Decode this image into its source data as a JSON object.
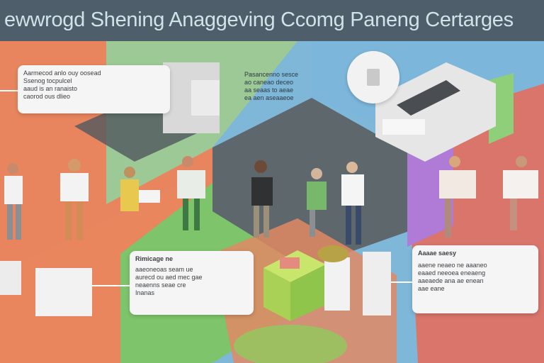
{
  "header": {
    "title": "ewwrogd Shening Anaggeving Ccomg Paneng Certarges"
  },
  "cards": {
    "top_left": {
      "lines": [
        "Aarmecod anlo ouy oosead",
        "Ssenog tocpulcel",
        "aaud is an ranaisto",
        "caorod              ous dlieo"
      ]
    },
    "bottom_left": {
      "title": "Rimicage ne",
      "lines": [
        "aaeoneoas seam ue",
        "aurecd ou aed mec gae",
        "neaenns seae cre",
        "Inanas"
      ]
    },
    "bottom_right": {
      "title": "Aaaae saesy",
      "lines": [
        "aaene neaeo ne aaaneo",
        "eaaed neeoea eneaeng",
        "aaeaede ana ae enean",
        "aae eane"
      ]
    }
  },
  "mid_text": {
    "lines": [
      "Pasancenno sesce",
      "ao caneao deceo",
      "aa seaas to aeae",
      "ea aen aseaaeoe"
    ]
  },
  "colors": {
    "header_bg": "#4e5f6b",
    "orange": "#e8855f",
    "green": "#8bc97a",
    "blue": "#7fb7d9",
    "gray_floor": "#5f6b70",
    "purple": "#b57fd9",
    "red": "#d96b5f"
  },
  "icons": {
    "top_circle": "document-icon"
  }
}
